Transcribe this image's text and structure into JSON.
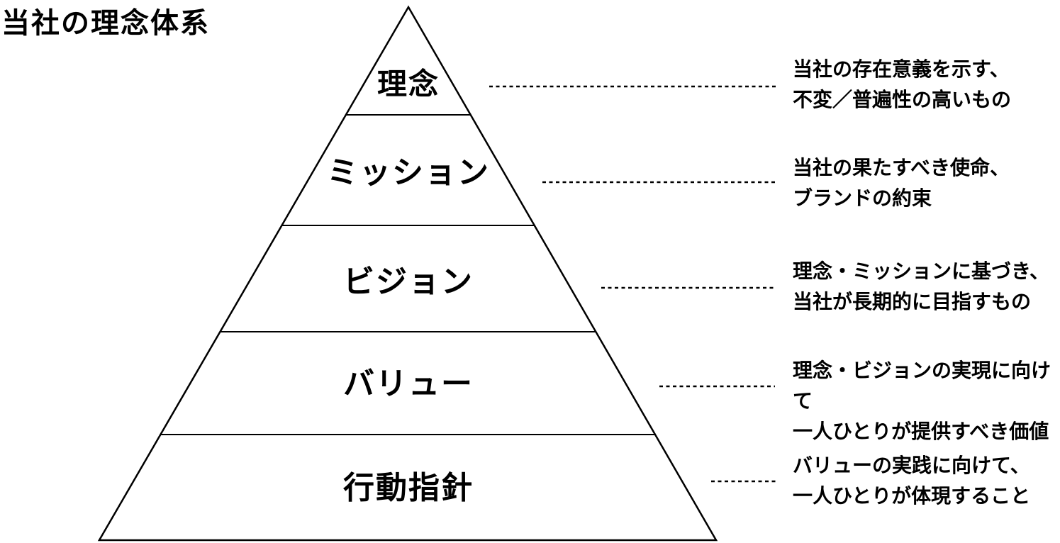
{
  "title": "当社の理念体系",
  "colors": {
    "line": "#000000",
    "background": "#ffffff",
    "text": "#000000"
  },
  "pyramid": {
    "levels": [
      {
        "id": "philosophy",
        "label": "理念",
        "description": "当社の存在意義を示す、\n不変／普遍性の高いもの"
      },
      {
        "id": "mission",
        "label": "ミッション",
        "description": "当社の果たすべき使命、\nブランドの約束"
      },
      {
        "id": "vision",
        "label": "ビジョン",
        "description": "理念・ミッションに基づき、\n当社が長期的に目指すもの"
      },
      {
        "id": "values",
        "label": "バリュー",
        "description": "理念・ビジョンの実現に向けて\n一人ひとりが提供すべき価値"
      },
      {
        "id": "action-guidelines",
        "label": "行動指針",
        "description": "バリューの実践に向けて、\n一人ひとりが体現すること"
      }
    ]
  }
}
